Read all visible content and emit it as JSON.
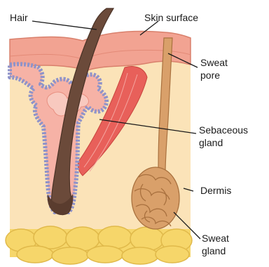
{
  "labels": {
    "hair": "Hair",
    "skin_surface": "Skin surface",
    "sweat_pore_1": "Sweat",
    "sweat_pore_2": "pore",
    "sebaceous_1": "Sebaceous",
    "sebaceous_2": "gland",
    "dermis": "Dermis",
    "sweat_gland_1": "Sweat",
    "sweat_gland_2": "gland"
  },
  "colors": {
    "dermis": "#fbe3b8",
    "epidermis": "#f2a392",
    "fat": "#f6d66a",
    "hair": "#6b4a3a",
    "sweat_duct": "#d9a06a",
    "gland_border": "#8f93c9",
    "muscle": "#e8605a"
  }
}
